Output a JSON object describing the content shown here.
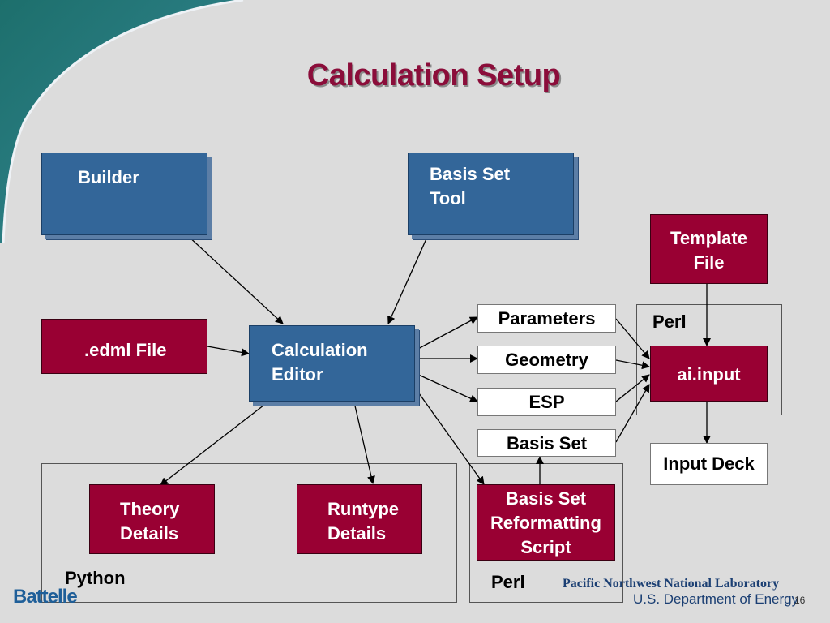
{
  "slide": {
    "title": "Calculation Setup",
    "page_number": "16"
  },
  "nodes": {
    "builder": "Builder",
    "basis_set_tool": [
      "Basis Set",
      "Tool"
    ],
    "edml_file": ".edml File",
    "calculation_editor": [
      "Calculation",
      "Editor"
    ],
    "template_file": [
      "Template",
      "File"
    ],
    "parameters": "Parameters",
    "geometry": "Geometry",
    "esp": "ESP",
    "basis_set": "Basis Set",
    "ai_input": "ai.input",
    "input_deck": "Input Deck",
    "theory_details": [
      "Theory",
      "Details"
    ],
    "runtype_details": [
      "Runtype",
      "Details"
    ],
    "basis_set_reformatting_script": [
      "Basis Set",
      "Reformatting",
      "Script"
    ]
  },
  "groups": {
    "python_label": "Python",
    "perl_label_top": "Perl",
    "perl_label_bottom": "Perl"
  },
  "footer": {
    "battelle": "Battelle",
    "lab_name": "Pacific Northwest National Laboratory",
    "department": "U.S. Department of Energy"
  },
  "colors": {
    "title": "#8b0d3a",
    "blue_box": "#336699",
    "red_box": "#990033",
    "background": "#dcdcdc"
  }
}
